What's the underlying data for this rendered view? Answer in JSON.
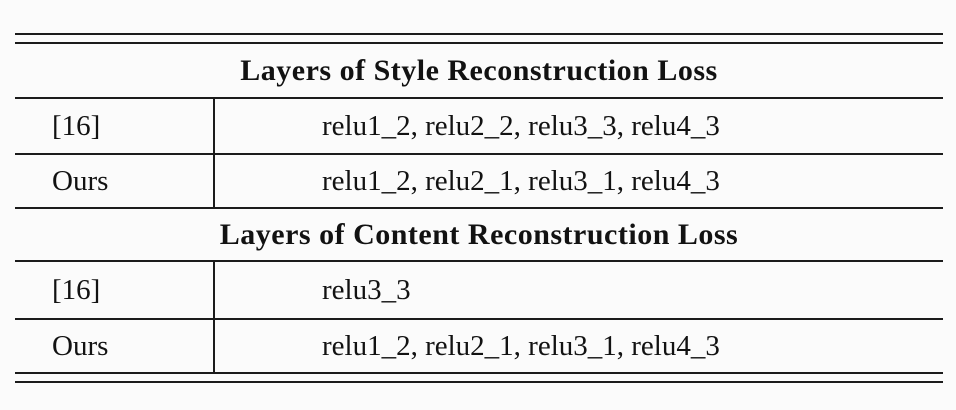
{
  "table": {
    "colors": {
      "background": "#fbfbfb",
      "text": "#121212",
      "rule": "#1b1b1b"
    },
    "sections": [
      {
        "header": "Layers of Style Reconstruction Loss",
        "rows": [
          {
            "label": "[16]",
            "value": "relu1_2, relu2_2, relu3_3, relu4_3"
          },
          {
            "label": "Ours",
            "value": "relu1_2, relu2_1, relu3_1, relu4_3"
          }
        ]
      },
      {
        "header": "Layers of Content Reconstruction Loss",
        "rows": [
          {
            "label": "[16]",
            "value": "relu3_3"
          },
          {
            "label": "Ours",
            "value": "relu1_2, relu2_1, relu3_1, relu4_3"
          }
        ]
      }
    ]
  }
}
